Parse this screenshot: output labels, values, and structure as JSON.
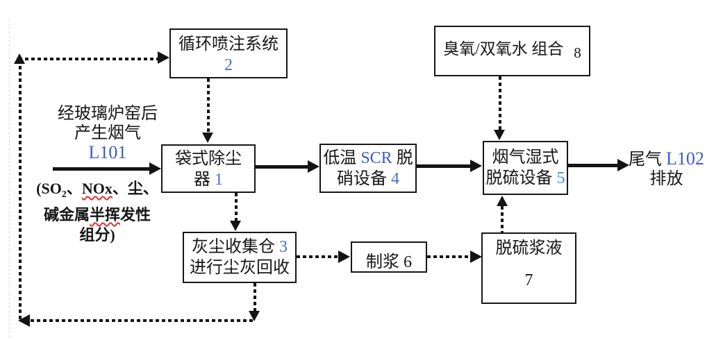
{
  "figure": {
    "kind": "flue-gas-treatment-process-flow-diagram"
  },
  "colors": {
    "ink": "#161616",
    "latin_blue": "#3b5cc4",
    "digit_blue": "#4a6fc4",
    "spellcheck_red": "#e03030",
    "frame_gray": "#c4c4c4"
  },
  "boxes": {
    "injection": {
      "line1": "循环喷注系统",
      "num": "2"
    },
    "ozone": {
      "label": "臭氧/双氧水 组合",
      "num": "8"
    },
    "bag_filter": {
      "line1": "袋式除尘",
      "line2_zh": "器 ",
      "num": "1"
    },
    "scr": {
      "line1_pre": "低温 ",
      "line1_latin": "SCR",
      "line1_post": " 脱",
      "line2_zh": "硝设备 ",
      "num": "4"
    },
    "wet_fgd": {
      "line1": "烟气湿式",
      "line2_zh": "脱硫设备 ",
      "num": "5"
    },
    "dust_bin": {
      "line1_zh": "灰尘收集仓 ",
      "num": "3",
      "line2": "进行尘灰回收"
    },
    "pulping": {
      "label_zh": "制浆 ",
      "num": "6"
    },
    "slurry": {
      "line1": "脱硫浆液",
      "num": "7"
    }
  },
  "labels": {
    "inlet": {
      "line1": "经玻璃炉窑后",
      "line2": "产生烟气",
      "code": "L101"
    },
    "composition": {
      "l1_pre": "(SO",
      "l1_sub": "2",
      "l1_sep": "、",
      "l1_nox": "NOx",
      "l1_post": "、尘、",
      "l2_pre": "碱金属",
      "l2_wavy": "半挥",
      "l2_post": "发性",
      "line3": "组分)"
    },
    "outlet": {
      "line1_zh": "尾气 ",
      "code": "L102",
      "line2": "排放"
    }
  }
}
